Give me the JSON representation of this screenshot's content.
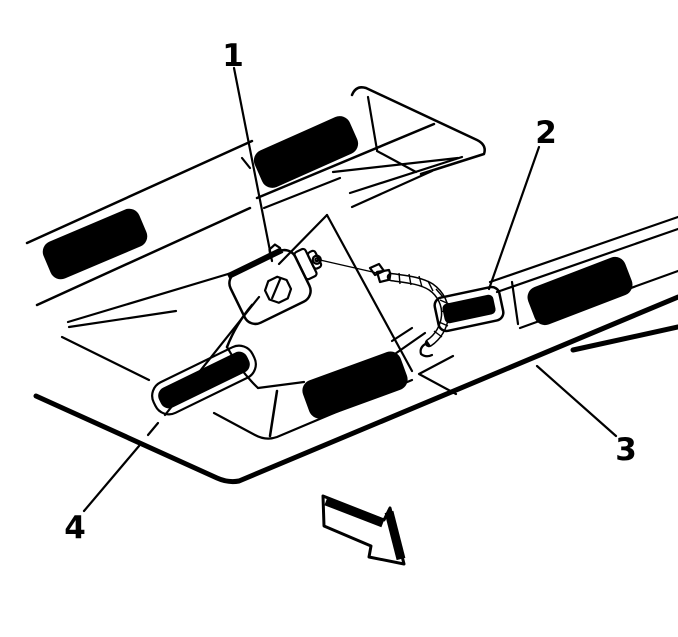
{
  "figure": {
    "type": "technical-line-illustration",
    "subject": "overhead-console-lamp-exploded-view",
    "background_color": "#ffffff",
    "line_color": "#000000",
    "callouts": [
      {
        "number": "1"
      },
      {
        "number": "2"
      },
      {
        "number": "3"
      },
      {
        "number": "4"
      }
    ],
    "direction_arrow": {
      "name": "direction-arrow-icon",
      "color": "#000000"
    }
  }
}
